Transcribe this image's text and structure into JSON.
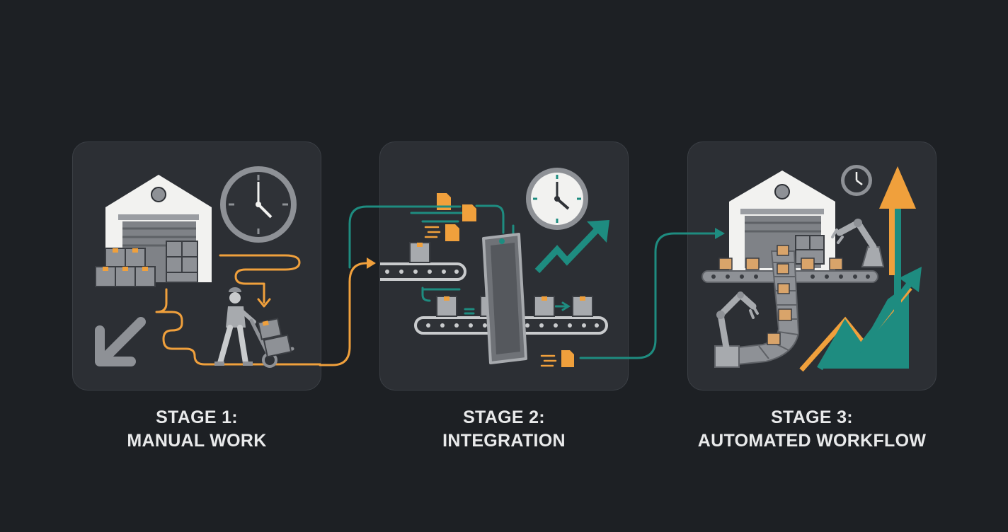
{
  "stages": [
    {
      "line1": "STAGE 1:",
      "line2": "MANUAL WORK"
    },
    {
      "line1": "STAGE 2:",
      "line2": "INTEGRATION"
    },
    {
      "line1": "STAGE 3:",
      "line2": "AUTOMATED WORKFLOW"
    }
  ],
  "colors": {
    "background": "#1d2024",
    "panel": "#2c2f34",
    "orange": "#f0a03c",
    "teal": "#1e8c80",
    "gray": "#8e9196",
    "light": "#f2f2f0"
  },
  "icons": [
    "warehouse-icon",
    "clock-icon",
    "worker-icon",
    "hand-truck-icon",
    "box-icon",
    "arrow-down-left-icon",
    "conveyor-belt-icon",
    "tablet-icon",
    "document-icon",
    "trend-up-icon",
    "robot-arm-icon",
    "growth-chart-icon"
  ]
}
